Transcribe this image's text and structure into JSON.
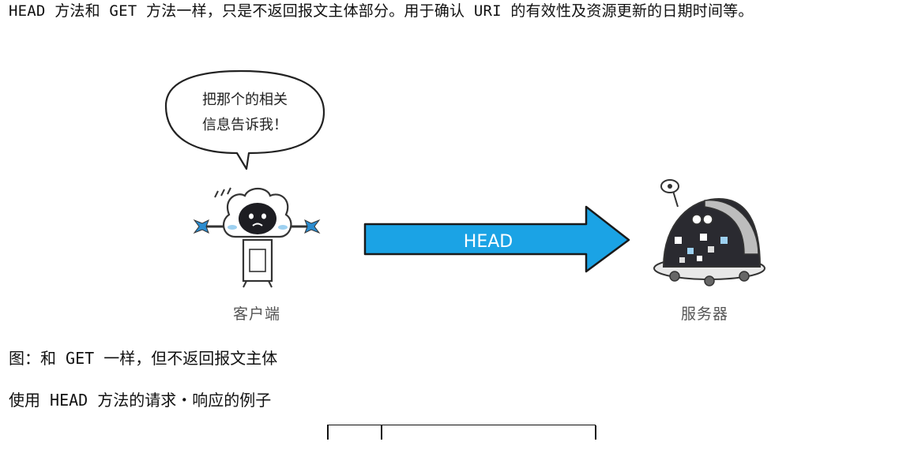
{
  "intro_text": "HEAD 方法和 GET 方法一样，只是不返回报文主体部分。用于确认 URI 的有效性及资源更新的日期时间等。",
  "illustration": {
    "speech_line1": "把那个的相关",
    "speech_line2": "信息告诉我！",
    "arrow_label": "HEAD",
    "client_label": "客户端",
    "server_label": "服务器",
    "arrow_color": "#1ba3e5"
  },
  "figure_caption": "图：和 GET 一样，但不返回报文主体",
  "subheading": "使用 HEAD 方法的请求・响应的例子"
}
